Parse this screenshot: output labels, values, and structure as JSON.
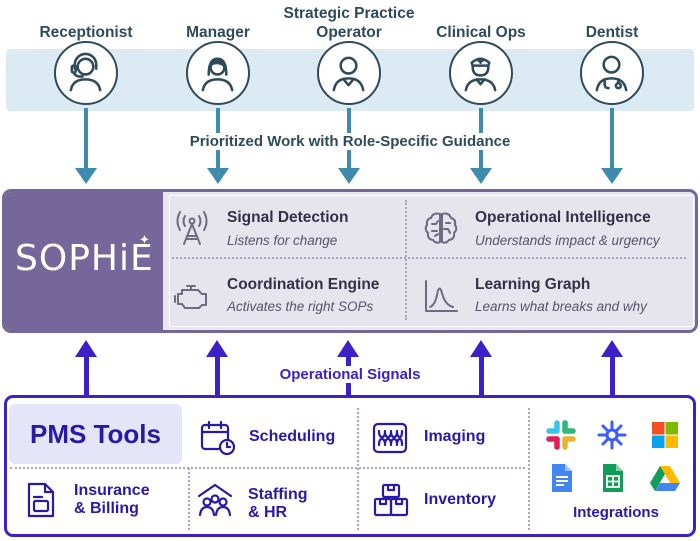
{
  "roles": [
    {
      "label": "Receptionist",
      "icon": "headset-person-icon"
    },
    {
      "label": "Manager",
      "icon": "person-icon"
    },
    {
      "label_line1": "Strategic Practice",
      "label_line2": "Operator",
      "icon": "person-icon"
    },
    {
      "label": "Clinical Ops",
      "icon": "nurse-icon"
    },
    {
      "label": "Dentist",
      "icon": "doctor-stethoscope-icon"
    }
  ],
  "guidance": "Prioritized Work with Role-Specific Guidance",
  "sophie": {
    "logo": "SOPHiE",
    "capabilities": [
      {
        "title": "Signal Detection",
        "subtitle": "Listens for change",
        "icon": "signal-tower-icon"
      },
      {
        "title": "Operational Intelligence",
        "subtitle": "Understands impact & urgency",
        "icon": "brain-icon"
      },
      {
        "title": "Coordination Engine",
        "subtitle": "Activates the right SOPs",
        "icon": "engine-icon"
      },
      {
        "title": "Learning Graph",
        "subtitle": "Learns what breaks and why",
        "icon": "graph-icon"
      }
    ]
  },
  "signals": "Operational Signals",
  "pms": {
    "title": "PMS Tools",
    "tools": [
      {
        "label": "Scheduling",
        "icon": "calendar-clock-icon"
      },
      {
        "label": "Imaging",
        "icon": "teeth-scan-icon"
      },
      {
        "label_line1": "Insurance",
        "label_line2": "& Billing",
        "icon": "document-card-icon"
      },
      {
        "label_line1": "Staffing",
        "label_line2": "& HR",
        "icon": "team-icon"
      },
      {
        "label": "Inventory",
        "icon": "boxes-icon"
      }
    ],
    "integrations": {
      "label": "Integrations",
      "icons": [
        "slack-icon",
        "perplexity-icon",
        "microsoft-icon",
        "google-docs-icon",
        "google-sheets-icon",
        "google-drive-icon"
      ]
    }
  },
  "colors": {
    "role_text": "#2e4a5b",
    "role_band": "#dcebf3",
    "down_arrow": "#3f8bae",
    "sophie_purple": "#76679a",
    "pms_blue": "#3a22c8"
  }
}
